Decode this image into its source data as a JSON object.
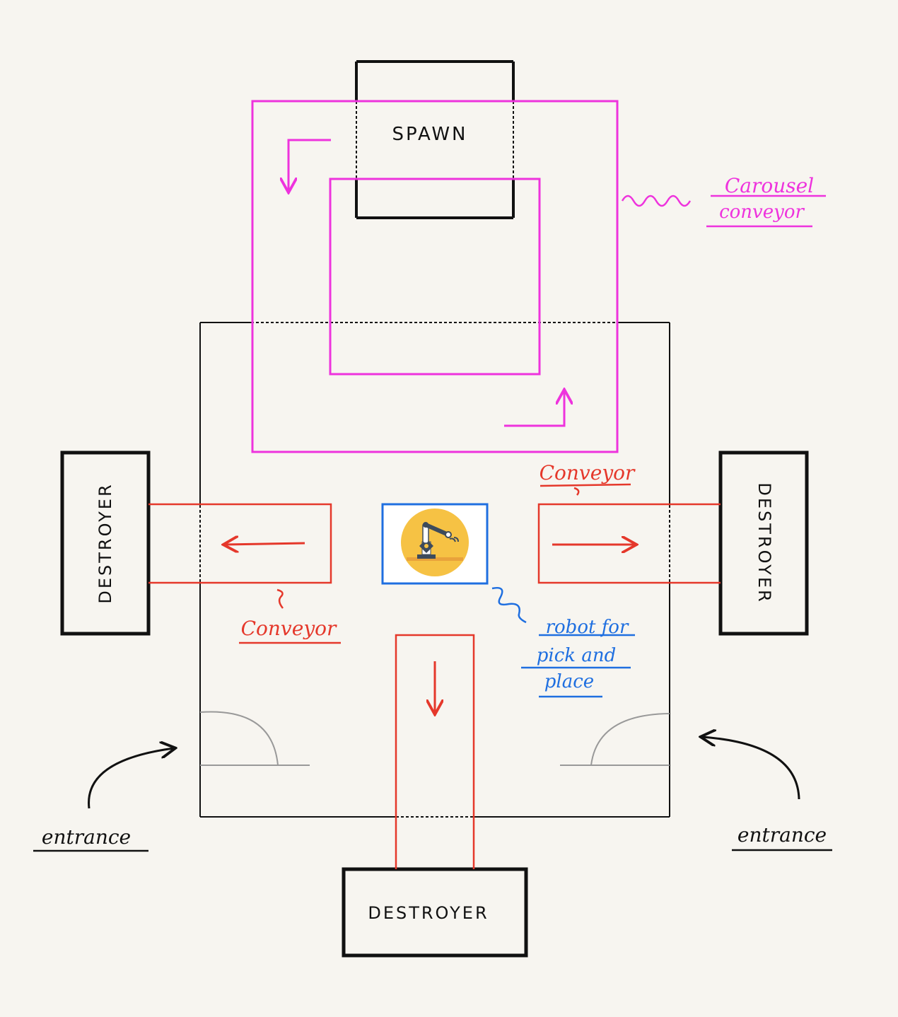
{
  "labels": {
    "spawn": "SPAWN",
    "carousel_line1": "Carousel",
    "carousel_line2": "conveyor",
    "destroyer_left": "DESTROYER",
    "destroyer_right": "DESTROYER",
    "destroyer_bottom": "DESTROYER",
    "conveyor_left": "Conveyor",
    "conveyor_right": "Conveyor",
    "robot_line1": "robot for",
    "robot_line2": "pick and",
    "robot_line3": "place",
    "entrance_left": "entrance",
    "entrance_right": "entrance"
  },
  "icons": {
    "robot_arm": "robot-arm-icon"
  },
  "colors": {
    "background": "#f7f5f0",
    "ink": "#111111",
    "carousel": "#ee33dd",
    "conveyor": "#e5382b",
    "robot": "#1f6fe0",
    "door": "#999999",
    "robot_icon_circle": "#f6c244",
    "robot_icon_dark": "#3d4b5c"
  }
}
